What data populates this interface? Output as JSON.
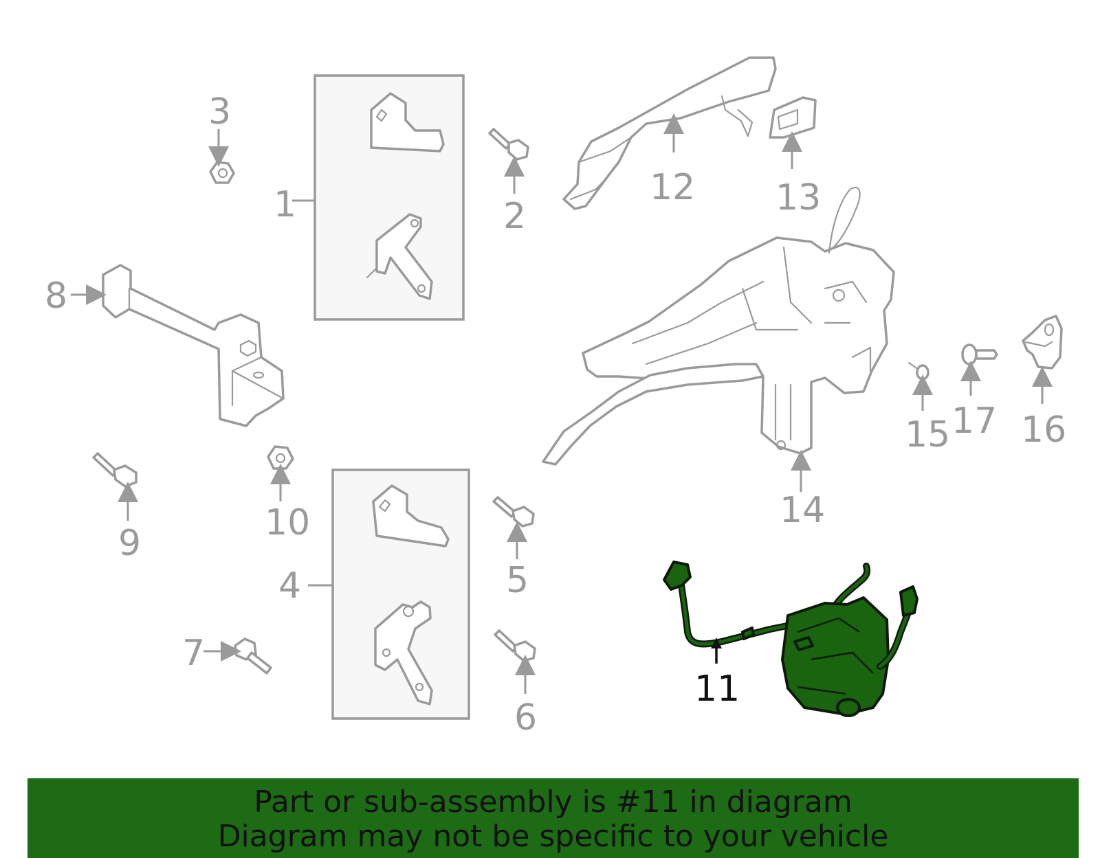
{
  "diagram": {
    "callouts": {
      "c1": "1",
      "c2": "2",
      "c3": "3",
      "c4": "4",
      "c5": "5",
      "c6": "6",
      "c7": "7",
      "c8": "8",
      "c9": "9",
      "c10": "10",
      "c11": "11",
      "c12": "12",
      "c13": "13",
      "c14": "14",
      "c15": "15",
      "c16": "16",
      "c17": "17"
    },
    "highlighted_part": "11",
    "colors": {
      "highlight": "#1a6410",
      "outline": "#9a9a9a",
      "banner": "#1d6b14"
    }
  },
  "banner": {
    "line1": "Part or sub-assembly is #11 in diagram",
    "line2": "Diagram may not be specific to your vehicle"
  }
}
